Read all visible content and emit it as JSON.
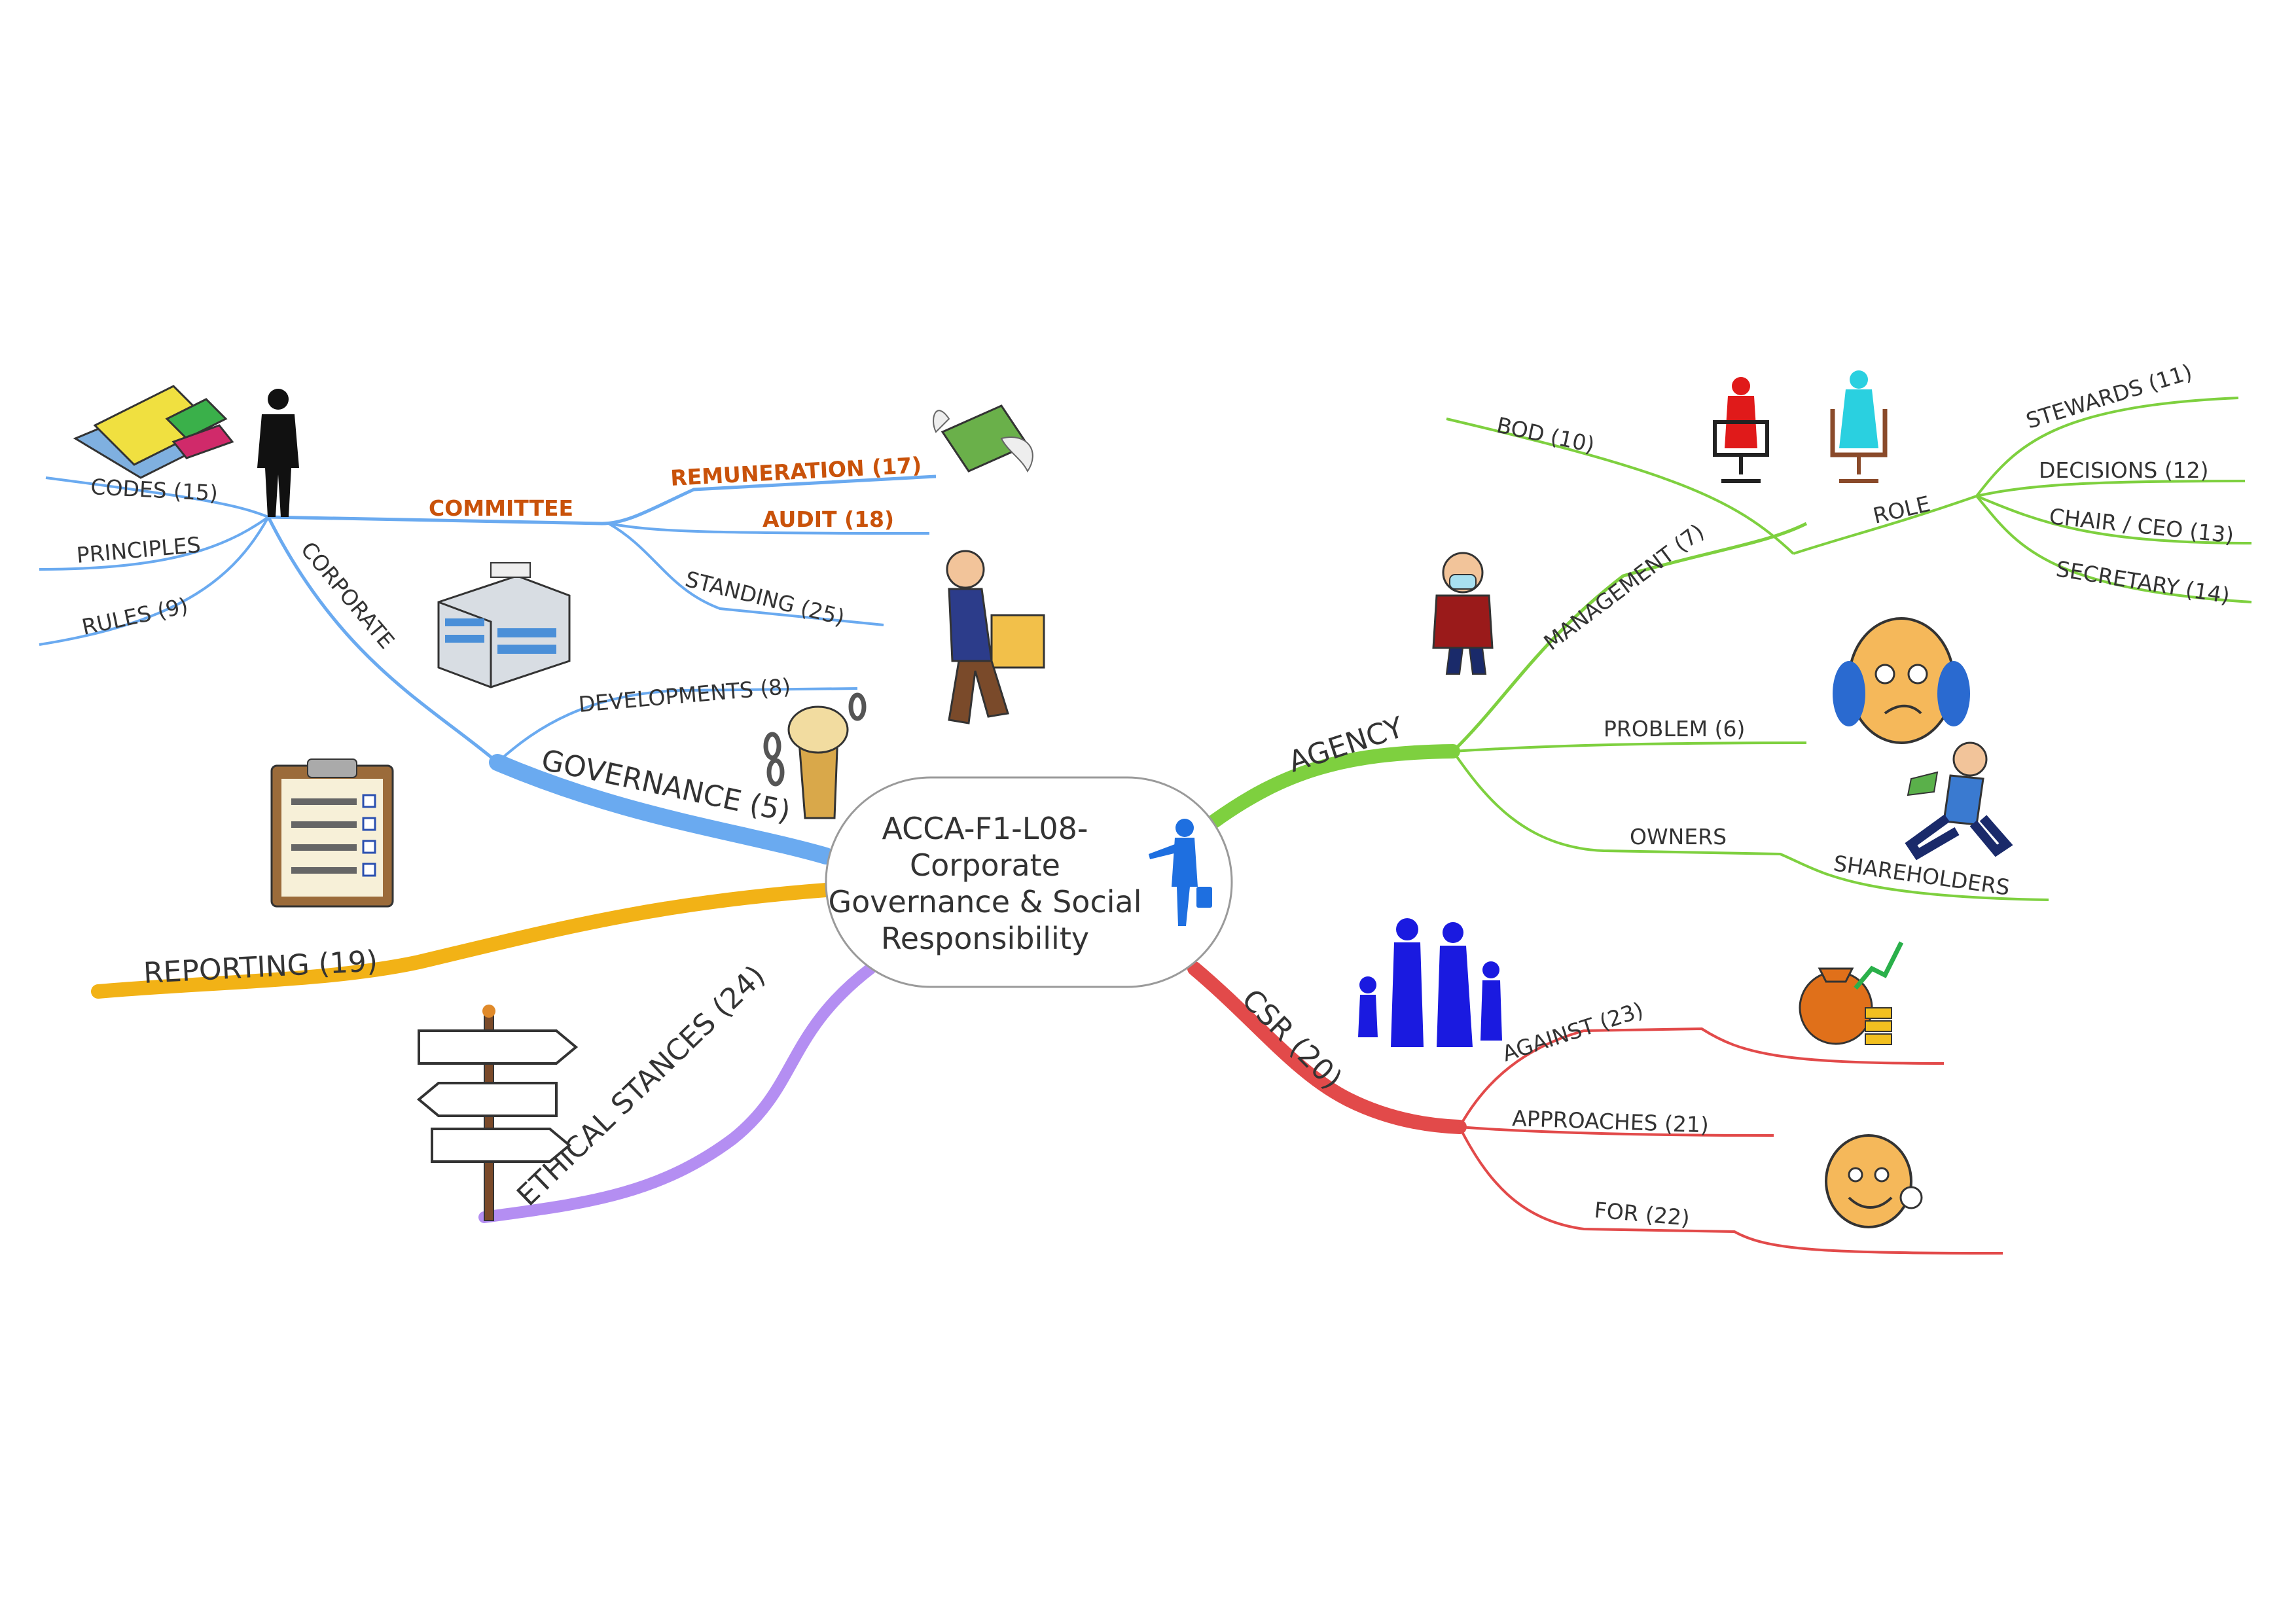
{
  "center": {
    "lines": [
      "ACCA-F1-L08-",
      "Corporate",
      "Governance & Social",
      "Responsibility"
    ]
  },
  "colors": {
    "governance": "#6aaaf0",
    "reporting": "#f2b216",
    "ethical": "#b48ef2",
    "agency": "#7ed03f",
    "csr": "#e24a4a",
    "committee_text": "#c9520a"
  },
  "branches": {
    "governance": {
      "label": "GOVERNANCE (5)",
      "developments": "DEVELOPMENTS (8)",
      "corporate": "CORPORATE",
      "codes": "CODES (15)",
      "principles": "PRINCIPLES",
      "rules": "RULES (9)",
      "committee": "COMMITTEE",
      "remuneration": "REMUNERATION (17)",
      "audit": "AUDIT (18)",
      "standing": "STANDING (25)"
    },
    "reporting": {
      "label": "REPORTING (19)"
    },
    "ethical": {
      "label": "ETHICAL STANCES (24)"
    },
    "agency": {
      "label": "AGENCY",
      "management": "MANAGEMENT (7)",
      "bod": "BOD (10)",
      "role": "ROLE",
      "stewards": "STEWARDS (11)",
      "decisions": "DECISIONS (12)",
      "chair_ceo": "CHAIR / CEO (13)",
      "secretary": "SECRETARY (14)",
      "problem": "PROBLEM (6)",
      "owners": "OWNERS",
      "shareholders": "SHAREHOLDERS"
    },
    "csr": {
      "label": "CSR (20)",
      "against": "AGAINST (23)",
      "approaches": "APPROACHES (21)",
      "for": "FOR (22)"
    }
  },
  "icons": [
    "books-icon",
    "businessman-silhouette-icon",
    "office-building-icon",
    "clipboard-checklist-icon",
    "winged-money-icon",
    "man-carrying-box-icon",
    "broken-chain-fist-icon",
    "signpost-icon",
    "businessman-pointing-icon",
    "masked-manager-icon",
    "red-chair-person-icon",
    "cyan-chair-person-icon",
    "worried-face-icon",
    "running-man-money-icon",
    "family-silhouette-icon",
    "money-bag-coins-icon",
    "ok-face-icon"
  ]
}
